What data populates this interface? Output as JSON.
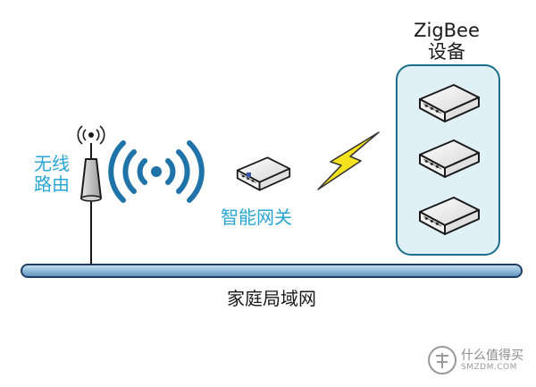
{
  "zigbee": {
    "line1": "ZigBee",
    "line2": "设备",
    "device_count": 3
  },
  "router": {
    "label_line1": "无线",
    "label_line2": "路由"
  },
  "gateway": {
    "label": "智能网关"
  },
  "lan": {
    "label": "家庭局域网"
  },
  "watermark": {
    "text": "什么值得买",
    "subtext": "SMZDM.COM"
  },
  "colors": {
    "accent_blue": "#2aa6d6",
    "panel_fill": "#dff0f6",
    "panel_border": "#1c6f8c",
    "bus_fill": "#9cc3e0",
    "lightning": "#f4e21e"
  }
}
